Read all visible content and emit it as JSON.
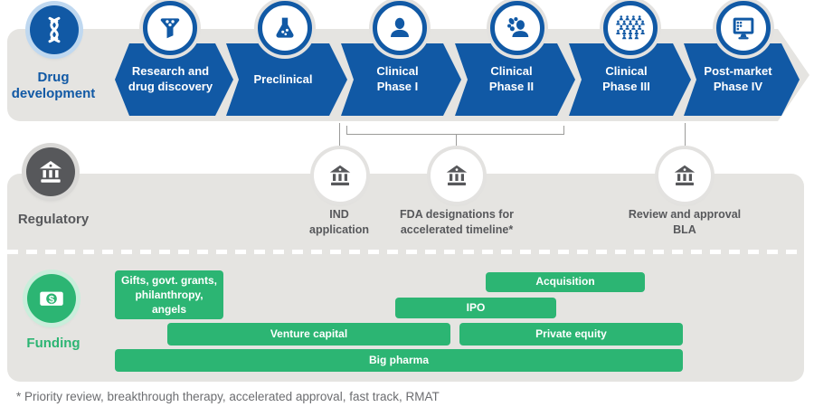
{
  "rows": {
    "drug_development": {
      "label": "Drug\ndevelopment",
      "icon": "dna-icon"
    },
    "regulatory": {
      "label": "Regulatory",
      "icon": "bank-icon"
    },
    "funding": {
      "label": "Funding",
      "icon": "money-icon"
    }
  },
  "stages": [
    {
      "label": "Research and\ndrug discovery",
      "icon": "funnel-icon"
    },
    {
      "label": "Preclinical",
      "icon": "flask-icon"
    },
    {
      "label": "Clinical\nPhase I",
      "icon": "person-icon"
    },
    {
      "label": "Clinical\nPhase II",
      "icon": "people-icon"
    },
    {
      "label": "Clinical\nPhase III",
      "icon": "crowd-icon"
    },
    {
      "label": "Post-market\nPhase IV",
      "icon": "monitor-icon"
    }
  ],
  "milestones": [
    {
      "label": "IND\napplication",
      "icon": "bank-icon"
    },
    {
      "label": "FDA designations for\naccelerated timeline*",
      "icon": "bank-icon"
    },
    {
      "label": "Review and approval\nBLA",
      "icon": "bank-icon"
    }
  ],
  "funding_bars": [
    {
      "label": "Gifts, govt. grants,\nphilanthropy,\nangels"
    },
    {
      "label": "Acquisition"
    },
    {
      "label": "IPO"
    },
    {
      "label": "Venture capital"
    },
    {
      "label": "Private equity"
    },
    {
      "label": "Big pharma"
    }
  ],
  "footnote": "* Priority review, breakthrough therapy, accelerated approval, fast track, RMAT",
  "colors": {
    "stage_blue": "#1159A5",
    "funding_green": "#2CB573",
    "regulatory_gray": "#57585B",
    "panel_gray": "#E5E4E1"
  }
}
